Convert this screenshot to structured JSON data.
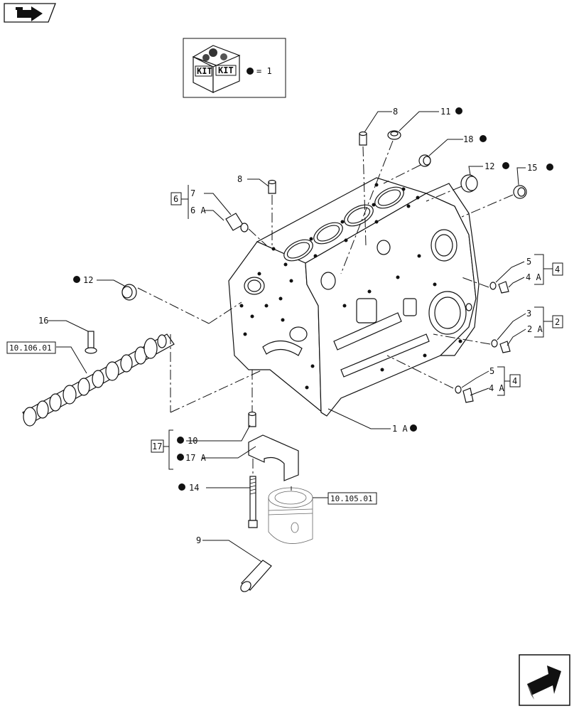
{
  "kit_legend": {
    "badge_left": "KIT",
    "badge_right": "KIT",
    "equals_text": "= 1"
  },
  "callouts": {
    "c8_top": "8",
    "c11": "11",
    "c18": "18",
    "c12_right": "12",
    "c15": "15",
    "c8_left": "8",
    "c7": "7",
    "c6A": "6 A",
    "c6_box": "6",
    "c12_left": "12",
    "c16": "16",
    "c5_top": "5",
    "c4A_top": "4 A",
    "c4_box_top": "4",
    "c3": "3",
    "c2A": "2 A",
    "c2_box": "2",
    "c5_low": "5",
    "c4A_low": "4 A",
    "c4_box_low": "4",
    "c1A": "1 A",
    "c10": "10",
    "c17A": "17 A",
    "c17_box": "17",
    "c14": "14",
    "c9": "9"
  },
  "references": {
    "camshaft": "10.106.01",
    "piston": "10.105.01"
  },
  "icons": {
    "top_left": "forward-nav-icon",
    "bottom_right": "next-page-arrow-icon"
  }
}
